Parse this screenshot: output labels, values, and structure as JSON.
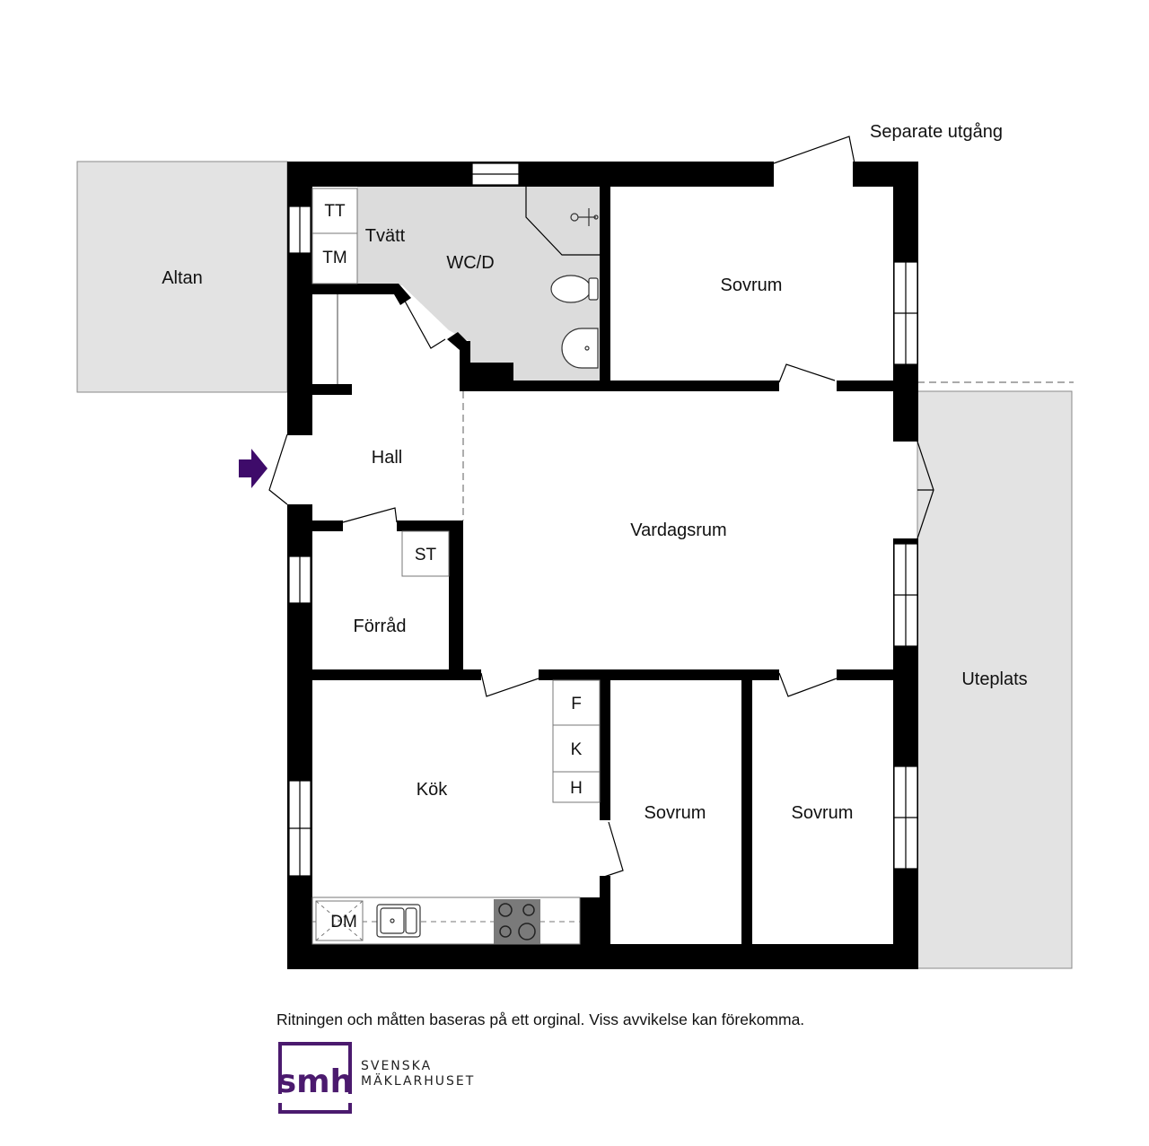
{
  "rooms": {
    "altan": "Altan",
    "tt": "TT",
    "tm": "TM",
    "tvatt": "Tvätt",
    "wcd": "WC/D",
    "sovrum_top": "Sovrum",
    "hall": "Hall",
    "vardagsrum": "Vardagsrum",
    "st": "ST",
    "forrad": "Förråd",
    "uteplats": "Uteplats",
    "f": "F",
    "k": "K",
    "h": "H",
    "kok": "Kök",
    "sovrum_mid": "Sovrum",
    "sovrum_right": "Sovrum",
    "dm": "DM"
  },
  "annotations": {
    "separate_exit": "Separate utgång"
  },
  "footer": {
    "disclaimer": "Ritningen och måtten baseras på ett orginal. Viss avvikelse kan förekomma.",
    "brand_line1": "SVENSKA",
    "brand_line2": "MÄKLARHUSET",
    "logo_text": "smh"
  },
  "colors": {
    "wall": "#000000",
    "wet_room": "#dcdcdc",
    "outdoor": "#e3e3e3",
    "brand_purple": "#4b1a6e"
  }
}
